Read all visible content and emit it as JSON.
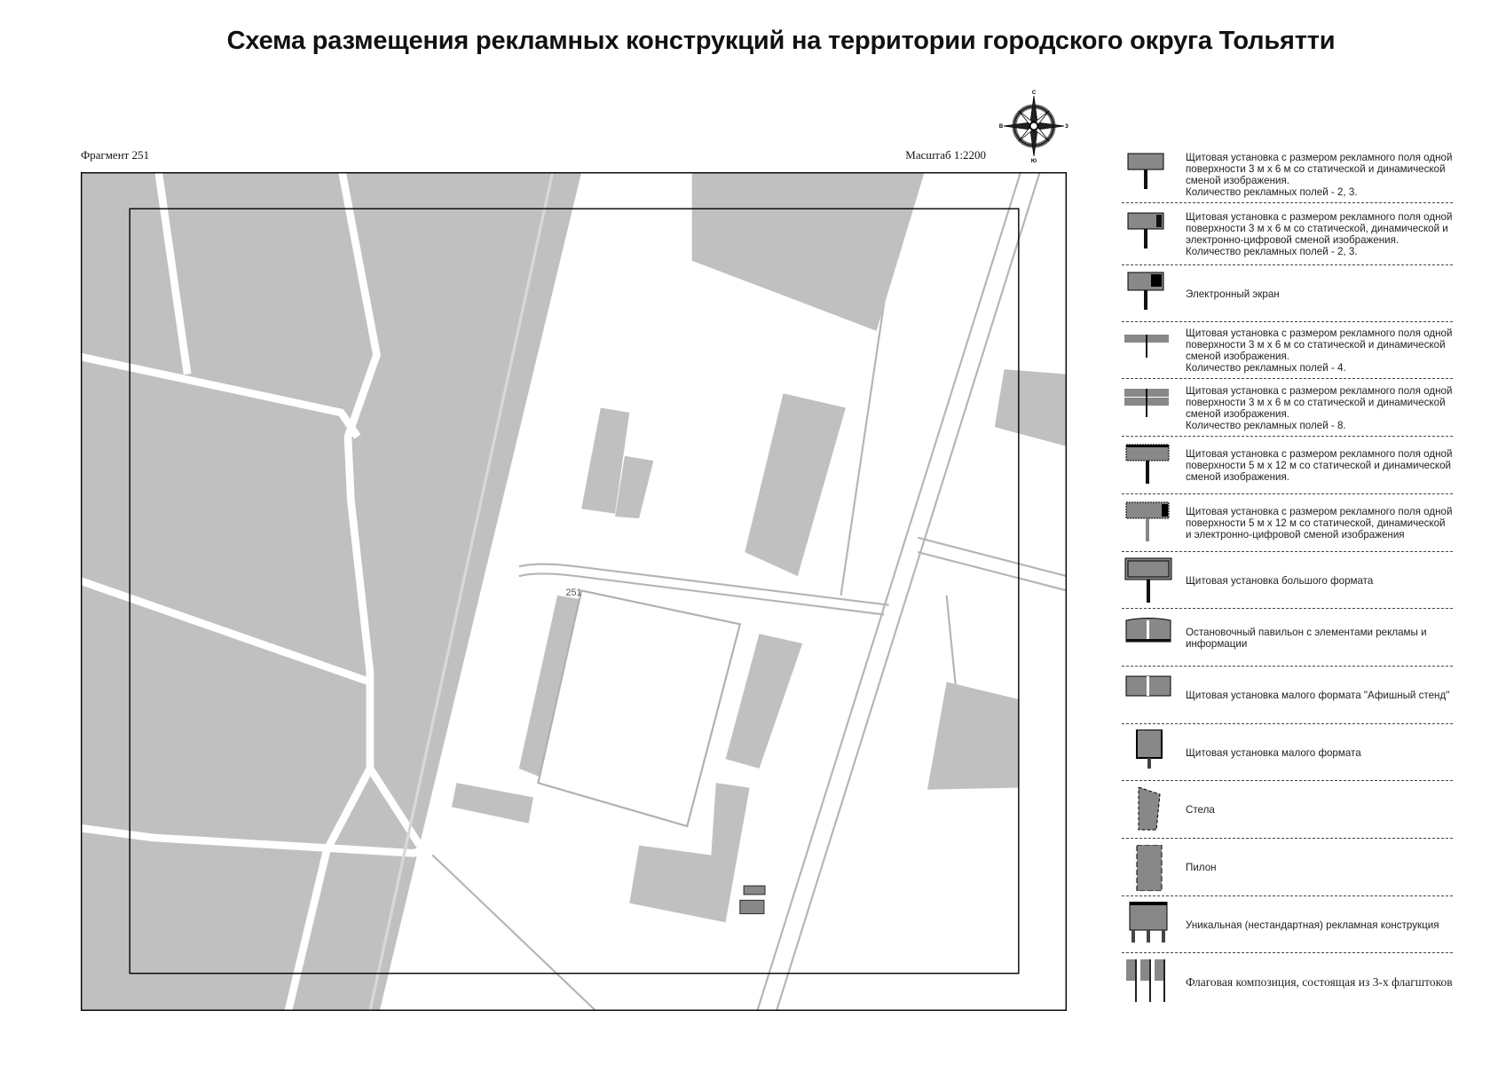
{
  "title": "Схема размещения рекламных конструкций на территории городского округа Тольятти",
  "fragment_label": "Фрагмент 251",
  "scale_label": "Масштаб 1:2200",
  "compass": {
    "icon": "compass-rose-icon",
    "n": "С",
    "s": "Ю",
    "w": "В",
    "e": "З"
  },
  "map": {
    "fragment_number_label": "251",
    "colors": {
      "fill": "#c0c0c0",
      "road": "#ffffff",
      "frame": "#000000"
    }
  },
  "legend": [
    {
      "icon": "billboard-3x6-static-dynamic-icon",
      "text": "Щитовая установка с размером рекламного поля одной поверхности 3 м х 6 м со статической и динамической сменой изображения.\nКоличество рекламных полей - 2, 3."
    },
    {
      "icon": "billboard-3x6-digital-icon",
      "text": "Щитовая установка с размером рекламного поля одной поверхности 3 м х 6 м со статической, динамической и электронно-цифровой сменой изображения.\nКоличество рекламных полей - 2, 3."
    },
    {
      "icon": "electronic-screen-icon",
      "text": "Электронный экран"
    },
    {
      "icon": "billboard-4-fields-icon",
      "text": "Щитовая установка с размером рекламного поля одной поверхности 3 м х 6 м со статической и динамической сменой изображения.\nКоличество рекламных полей - 4."
    },
    {
      "icon": "billboard-8-fields-icon",
      "text": "Щитовая установка с размером рекламного поля одной поверхности 3 м х 6 м со статической и динамической сменой изображения.\nКоличество рекламных полей - 8."
    },
    {
      "icon": "billboard-5x12-icon",
      "text": "Щитовая установка с размером рекламного поля одной поверхности 5 м х 12 м со статической и динамической сменой изображения."
    },
    {
      "icon": "billboard-5x12-digital-icon",
      "text": "Щитовая установка с размером рекламного поля одной поверхности 5 м х 12 м со статической, динамической и электронно-цифровой сменой изображения"
    },
    {
      "icon": "large-format-billboard-icon",
      "text": "Щитовая установка большого формата"
    },
    {
      "icon": "bus-stop-pavilion-icon",
      "text": "Остановочный павильон с элементами рекламы и информации"
    },
    {
      "icon": "poster-stand-icon",
      "text": "Щитовая установка малого формата \"Афишный стенд\""
    },
    {
      "icon": "small-format-billboard-icon",
      "text": "Щитовая установка малого формата"
    },
    {
      "icon": "stela-icon",
      "text": "Стела"
    },
    {
      "icon": "pylon-icon",
      "text": "Пилон"
    },
    {
      "icon": "unique-construction-icon",
      "text": "Уникальная (нестандартная) рекламная конструкция"
    },
    {
      "icon": "flag-composition-icon",
      "text": "Флаговая композиция, состоящая из 3-х флагштоков"
    }
  ]
}
